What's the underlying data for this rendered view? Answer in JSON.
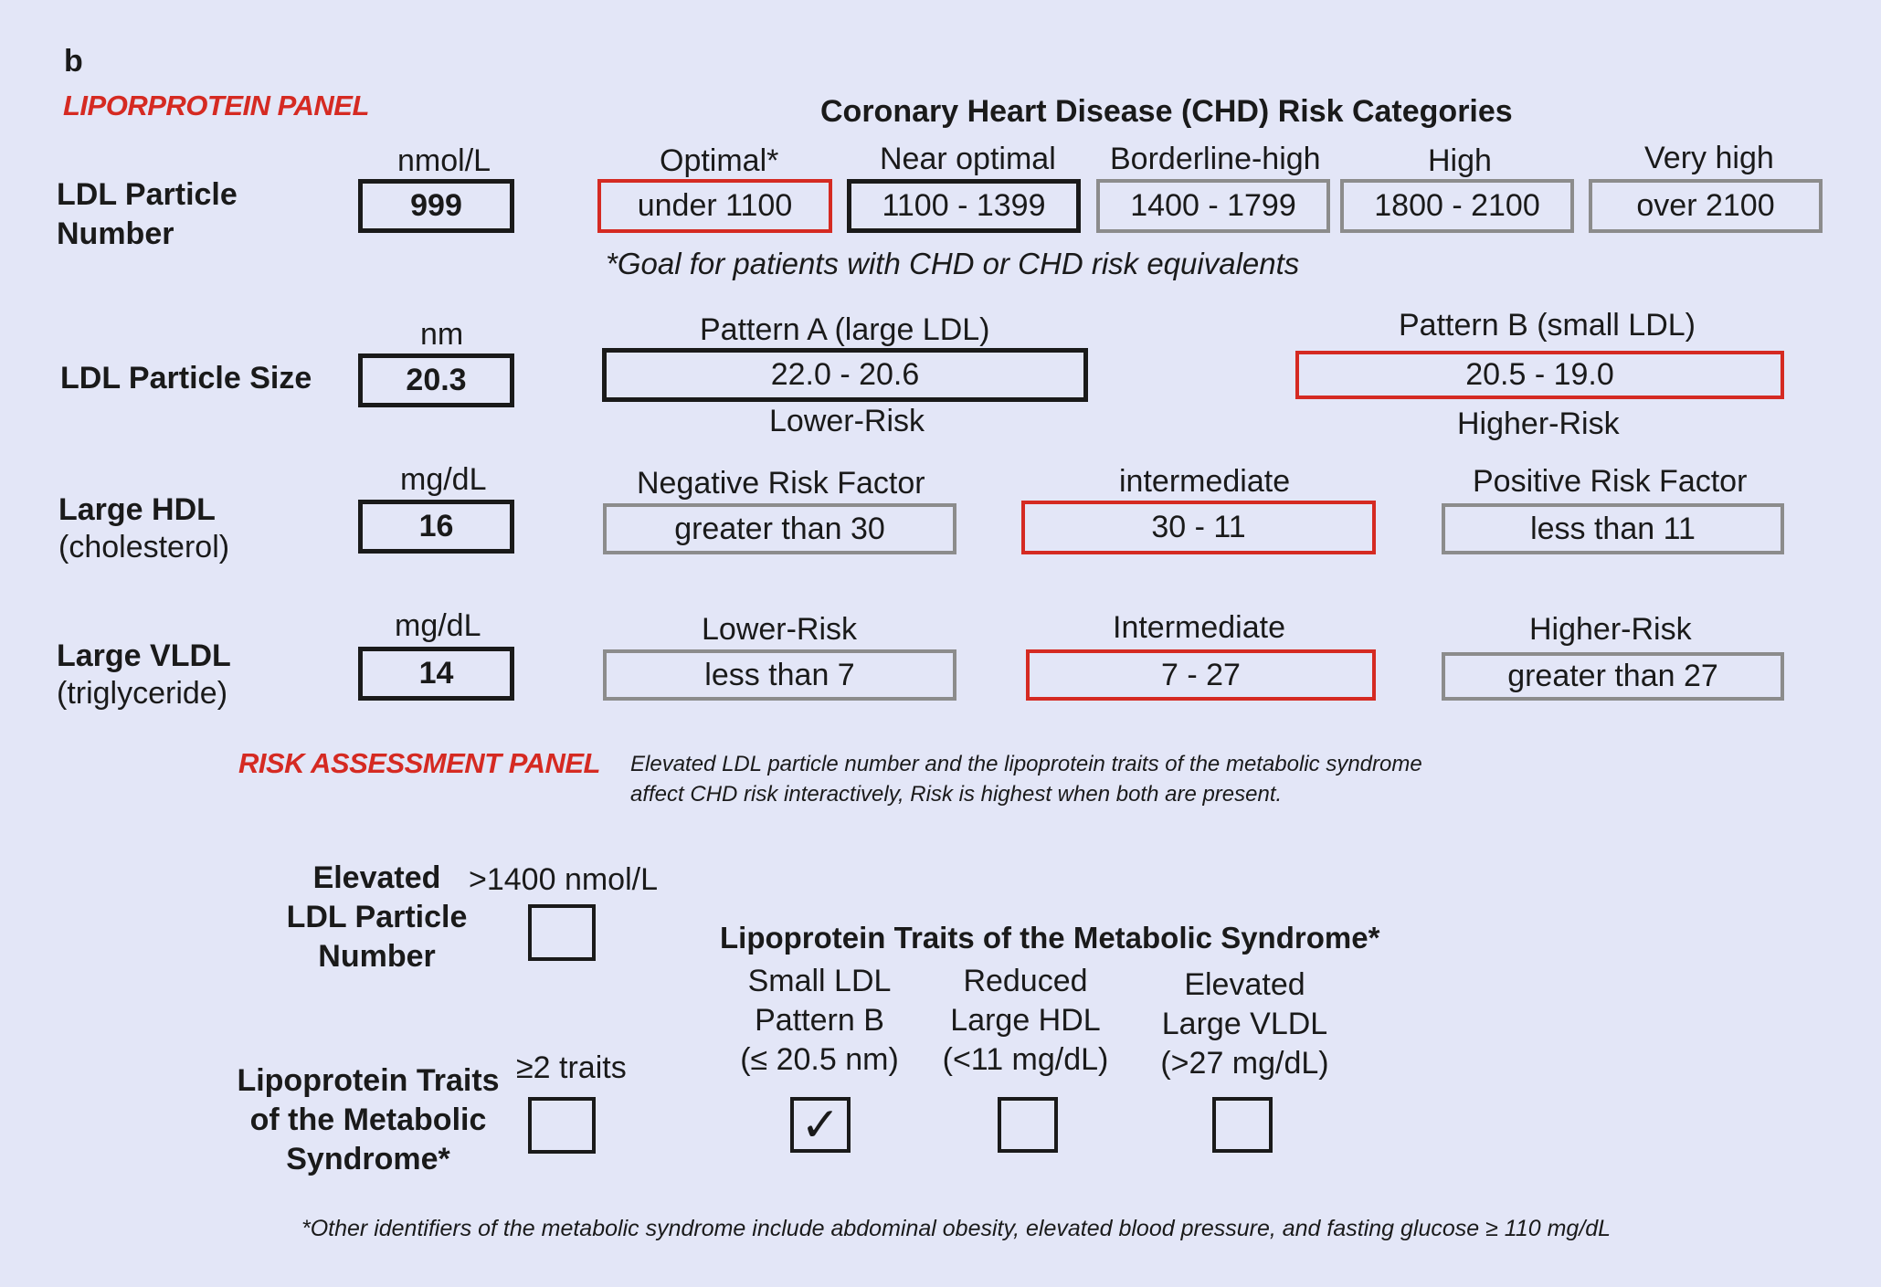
{
  "figure_label": "b",
  "lipoprotein_panel": {
    "title": "LIPORPROTEIN PANEL",
    "chd_header": "Coronary Heart Disease (CHD) Risk Categories",
    "ldl_number": {
      "label": "LDL Particle Number",
      "unit": "nmol/L",
      "value": "999",
      "categories": [
        {
          "header": "Optimal*",
          "range": "under 1100",
          "style": "red"
        },
        {
          "header": "Near optimal",
          "range": "1100 - 1399",
          "style": "black"
        },
        {
          "header": "Borderline-high",
          "range": "1400 - 1799",
          "style": "gray"
        },
        {
          "header": "High",
          "range": "1800 - 2100",
          "style": "gray"
        },
        {
          "header": "Very high",
          "range": "over 2100",
          "style": "gray"
        }
      ],
      "footnote": "*Goal for patients with CHD or CHD risk equivalents"
    },
    "ldl_size": {
      "label": "LDL Particle Size",
      "unit": "nm",
      "value": "20.3",
      "categories": [
        {
          "header": "Pattern A (large LDL)",
          "range": "22.0 - 20.6",
          "below": "Lower-Risk",
          "style": "black"
        },
        {
          "header": "Pattern B (small LDL)",
          "range": "20.5 - 19.0",
          "below": "Higher-Risk",
          "style": "red"
        }
      ]
    },
    "large_hdl": {
      "label": "Large HDL",
      "sublabel": "(cholesterol)",
      "unit": "mg/dL",
      "value": "16",
      "categories": [
        {
          "header": "Negative Risk Factor",
          "range": "greater than 30",
          "style": "gray"
        },
        {
          "header": "intermediate",
          "range": "30 - 11",
          "style": "red"
        },
        {
          "header": "Positive Risk Factor",
          "range": "less than 11",
          "style": "gray"
        }
      ]
    },
    "large_vldl": {
      "label": "Large VLDL",
      "sublabel": "(triglyceride)",
      "unit": "mg/dL",
      "value": "14",
      "categories": [
        {
          "header": "Lower-Risk",
          "range": "less than 7",
          "style": "gray"
        },
        {
          "header": "Intermediate",
          "range": "7 - 27",
          "style": "red"
        },
        {
          "header": "Higher-Risk",
          "range": "greater than 27",
          "style": "gray"
        }
      ]
    }
  },
  "risk_panel": {
    "title": "RISK ASSESSMENT PANEL",
    "description_line1": "Elevated LDL particle number and the lipoprotein traits of the metabolic syndrome",
    "description_line2": "affect CHD risk interactively, Risk is highest when both are present.",
    "elevated_ldl": {
      "label_lines": [
        "Elevated",
        "LDL Particle",
        "Number"
      ],
      "threshold": ">1400 nmol/L",
      "checked": false
    },
    "traits": {
      "label_lines": [
        "Lipoprotein Traits",
        "of the Metabolic",
        "Syndrome*"
      ],
      "threshold": "≥2 traits",
      "checked": false
    },
    "metabolic_header": "Lipoprotein Traits of the Metabolic Syndrome*",
    "trait_items": [
      {
        "lines": [
          "Small LDL",
          "Pattern B",
          "(≤ 20.5 nm)"
        ],
        "checked": true
      },
      {
        "lines": [
          "Reduced",
          "Large HDL",
          "(<11 mg/dL)"
        ],
        "checked": false
      },
      {
        "lines": [
          "Elevated",
          "Large VLDL",
          "(>27 mg/dL)"
        ],
        "checked": false
      }
    ],
    "checkmark": "✓",
    "footnote": "*Other identifiers of the metabolic syndrome include abdominal obesity, elevated blood pressure, and fasting glucose ≥ 110 mg/dL"
  },
  "colors": {
    "background": "#e3e6f7",
    "accent_red": "#d52a22",
    "box_gray": "#8c8c8c",
    "text": "#1a1a1a"
  }
}
